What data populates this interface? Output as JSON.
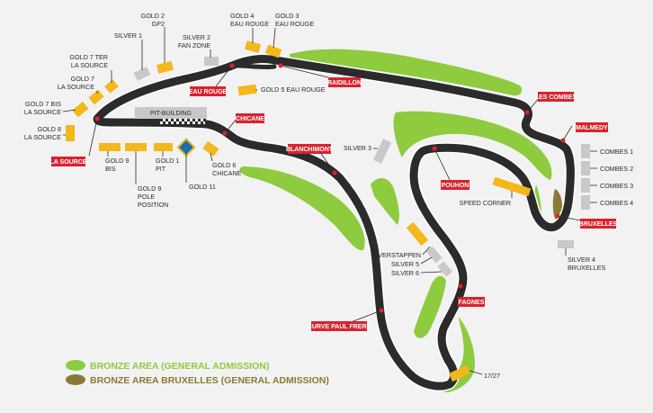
{
  "colors": {
    "track": "#2b2b2b",
    "track_edge": "#ffffff",
    "bronze": "#8ecb3f",
    "bronze_bruxelles": "#8a7a35",
    "gold": "#f2b81c",
    "silver": "#c8c8c8",
    "corner_box": "#d9232e",
    "background": "#f2f2f2"
  },
  "corners": {
    "la_source": "LA SOURCE",
    "eau_rouge": "EAU ROUGE",
    "raidillon": "RAIDILLON",
    "les_combes": "LES COMBES",
    "malmedy": "MALMEDY",
    "bruxelles": "BRUXELLES",
    "pouhon": "POUHON",
    "fagnes": "FAGNES",
    "curve_paul_frere": "CURVE PAUL FRERE",
    "blanchimont": "BLANCHIMONT",
    "chicane": "CHICANE"
  },
  "pit_building": "PIT-BUILDING",
  "grandstands": {
    "gold2": [
      "GOLD  2",
      "GP2"
    ],
    "silver1": [
      "SILVER  1"
    ],
    "gold4": [
      "GOLD 4",
      "EAU ROUGE"
    ],
    "gold3": [
      "GOLD  3",
      "EAU ROUGE"
    ],
    "silver2": [
      "SILVER 2",
      "FAN ZONE"
    ],
    "gold7ter": [
      "GOLD 7 TER",
      "LA SOURCE"
    ],
    "gold7": [
      "GOLD 7",
      "LA SOURCE"
    ],
    "gold7bis": [
      "GOLD 7 BIS",
      "LA SOURCE"
    ],
    "gold8": [
      "GOLD 8",
      "LA SOURCE"
    ],
    "gold5": "GOLD 5 EAU ROUGE",
    "gold9bis": [
      "GOLD 9",
      "BIS"
    ],
    "gold9pole": [
      "GOLD 9",
      "POLE",
      "POSITION"
    ],
    "gold1": [
      "GOLD 1",
      "PIT"
    ],
    "gold11": "GOLD 11",
    "gold6": [
      "GOLD 6",
      "CHICANE"
    ],
    "silver3": "SILVER 3",
    "combes1": "COMBES 1",
    "combes2": "COMBES 2",
    "combes3": "COMBES 3",
    "combes4": "COMBES 4",
    "speed_corner": "SPEED CORNER",
    "silver4": [
      "SILVER 4",
      "BRUXELLES"
    ],
    "verstappen": "VERSTAPPEN",
    "silver5": "SILVER 5",
    "silver6": "SILVER 6",
    "s1727": "17/27"
  },
  "legend": {
    "bronze": "BRONZE AREA (GENERAL ADMISSION)",
    "bronze_bruxelles": "BRONZE AREA BRUXELLES (GENERAL ADMISSION)"
  }
}
